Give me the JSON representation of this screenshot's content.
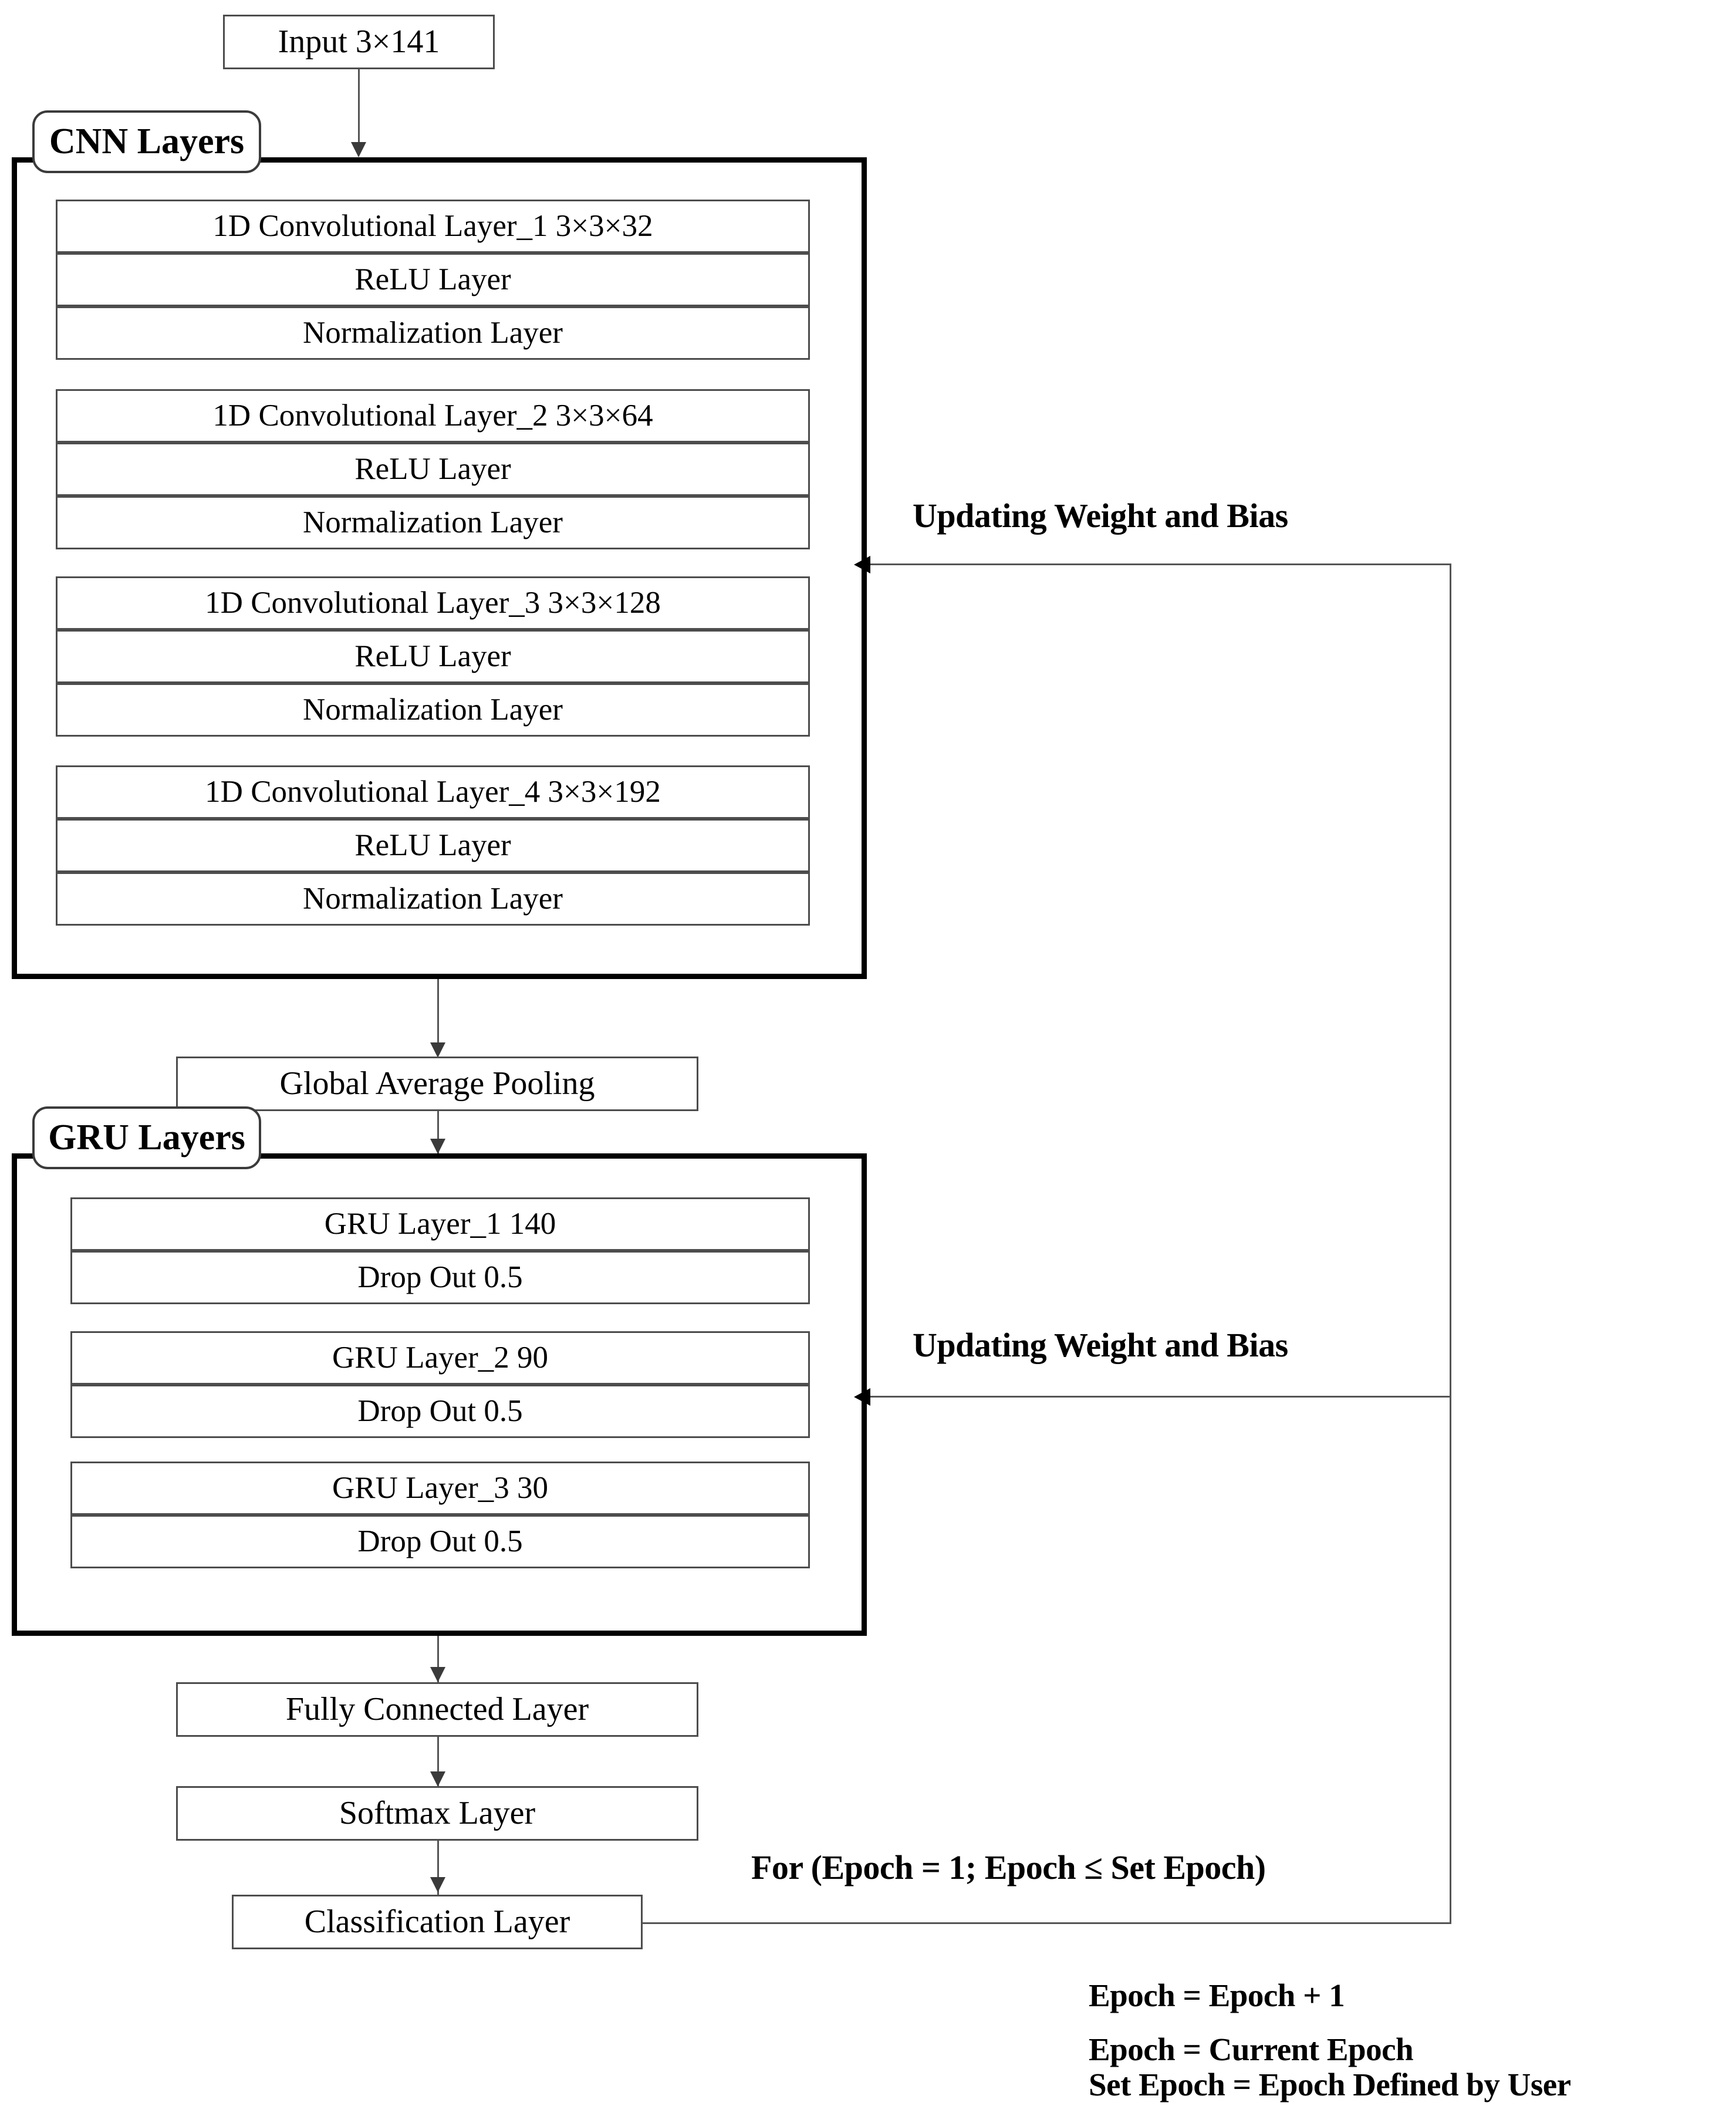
{
  "diagram": {
    "input_box": {
      "label": "Input 3×141"
    },
    "cnn_group": {
      "tab_label": "CNN Layers",
      "blocks": [
        {
          "conv": "1D Convolutional Layer_1 3×3×32",
          "relu": "ReLU Layer",
          "norm": "Normalization Layer"
        },
        {
          "conv": "1D Convolutional Layer_2 3×3×64",
          "relu": "ReLU Layer",
          "norm": "Normalization Layer"
        },
        {
          "conv": "1D Convolutional Layer_3 3×3×128",
          "relu": "ReLU Layer",
          "norm": "Normalization Layer"
        },
        {
          "conv": "1D Convolutional Layer_4 3×3×192",
          "relu": "ReLU Layer",
          "norm": "Normalization Layer"
        }
      ]
    },
    "gap_box": {
      "label": "Global Average Pooling"
    },
    "gru_group": {
      "tab_label": "GRU Layers",
      "blocks": [
        {
          "gru": "GRU Layer_1 140",
          "drop": "Drop Out 0.5"
        },
        {
          "gru": "GRU Layer_2 90",
          "drop": "Drop Out 0.5"
        },
        {
          "gru": "GRU Layer_3 30",
          "drop": "Drop Out 0.5"
        }
      ]
    },
    "fc_box": {
      "label": "Fully Connected Layer"
    },
    "softmax_box": {
      "label": "Softmax Layer"
    },
    "classification_box": {
      "label": "Classification Layer"
    },
    "feedback": {
      "cnn_label": "Updating Weight and Bias",
      "gru_label": "Updating Weight and Bias",
      "loop_label": "For (Epoch = 1; Epoch ≤ Set Epoch)"
    },
    "legend": {
      "line1": "Epoch = Epoch + 1",
      "line2": "Epoch = Current Epoch",
      "line3": "Set Epoch = Epoch Defined by User"
    }
  }
}
